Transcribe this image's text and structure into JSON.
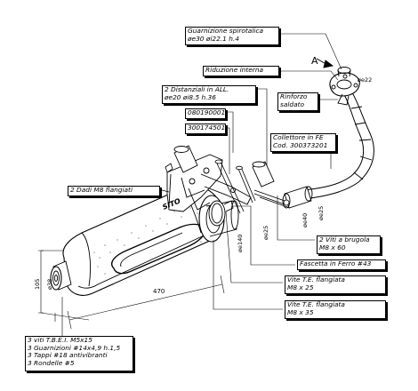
{
  "labels": {
    "guarnizione_spirotalica": [
      "Guarnizione spirotalica",
      "øe30 øi22.1 h.4"
    ],
    "riduzione_interna": [
      "Riduzione interna"
    ],
    "rinforzo_saldato": [
      "Rinforzo",
      "saldato"
    ],
    "distanziali": [
      "2 Distanziali in ALL.",
      "øe20 øi8.5 h.36"
    ],
    "code_080190001": [
      "080190001"
    ],
    "code_300174501": [
      "300174501"
    ],
    "collettore": [
      "Collettore in FE",
      "Cod. 300373201"
    ],
    "dadi": [
      "2 Dadi M8 flangiati"
    ],
    "viti_brugola": [
      "2 Viti a brugola",
      "M8 x 60"
    ],
    "fascetta": [
      "Fascetta in Ferro #43"
    ],
    "vite_25": [
      "Vite T.E. flangiata",
      "M8 x 25"
    ],
    "vite_35": [
      "Vite T.E. flangiata",
      "M8 x 35"
    ],
    "kit": [
      "3 viti T.B.E.I. M5x15",
      "3 Guarnizioni #14x4,9 h.1,5",
      "3 Tappi #18 antivibranti",
      "3 Rondelle #5"
    ]
  },
  "dimensions": {
    "view_marker": "A",
    "e22": "øe22",
    "e25": "øe25",
    "e40": "øe40",
    "e25b": "øe25",
    "e140": "øe140",
    "length": "470",
    "height": "105",
    "e38": "ø38"
  },
  "brand": "SITO"
}
